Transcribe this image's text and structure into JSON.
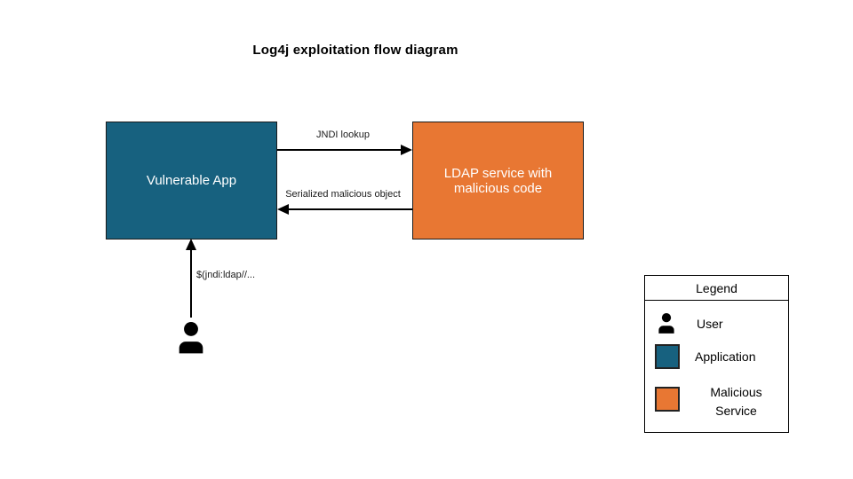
{
  "title": "Log4j exploitation flow diagram",
  "colors": {
    "application": "#17617F",
    "malicious_service": "#E87733",
    "arrow": "#000000",
    "icon": "#000000"
  },
  "nodes": {
    "vulnerable_app": {
      "label": "Vulnerable App"
    },
    "ldap_service": {
      "label": "LDAP service with malicious code"
    }
  },
  "edges": {
    "jndi_lookup": {
      "label": "JNDI lookup"
    },
    "serialized_object": {
      "label": "Serialized malicious object"
    },
    "injection_string": {
      "label": "$(jndi:ldap//..."
    }
  },
  "legend": {
    "title": "Legend",
    "items": [
      {
        "icon": "user-icon",
        "label": "User"
      },
      {
        "swatch": "#17617F",
        "label": "Application"
      },
      {
        "swatch": "#E87733",
        "label": "Malicious Service"
      }
    ]
  }
}
